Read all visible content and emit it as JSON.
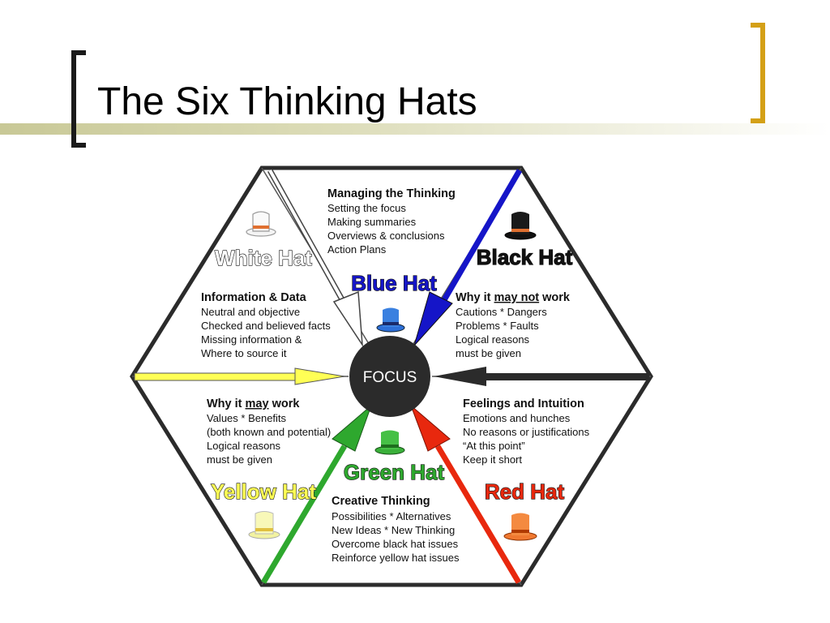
{
  "title": "The Six Thinking Hats",
  "center": "FOCUS",
  "hats": {
    "white": {
      "label": "White Hat",
      "color": "#ffffff"
    },
    "black": {
      "label": "Black Hat",
      "color": "#111111"
    },
    "blue": {
      "label": "Blue Hat",
      "color": "#1515c8"
    },
    "yellow": {
      "label": "Yellow Hat",
      "color": "#ffff55"
    },
    "green": {
      "label": "Green Hat",
      "color": "#2ea82e"
    },
    "red": {
      "label": "Red Hat",
      "color": "#e8280e"
    }
  },
  "blocks": {
    "managing": {
      "title": "Managing the Thinking",
      "lines": [
        "Setting the focus",
        "Making summaries",
        "Overviews & conclusions",
        "Action Plans"
      ]
    },
    "information": {
      "title": "Information & Data",
      "lines": [
        "Neutral and objective",
        "Checked and believed facts",
        "Missing information &",
        "Where to source it"
      ]
    },
    "why_not": {
      "title_pre": "Why it ",
      "title_em": "may not",
      "title_post": " work",
      "lines": [
        "Cautions * Dangers",
        "Problems * Faults",
        "Logical reasons",
        "must be given"
      ]
    },
    "why_may": {
      "title_pre": "Why it ",
      "title_em": "may",
      "title_post": " work",
      "lines": [
        "Values * Benefits",
        "(both known and potential)",
        "Logical reasons",
        "must be given"
      ]
    },
    "feelings": {
      "title": "Feelings and Intuition",
      "lines": [
        "Emotions and hunches",
        "No reasons or justifications",
        "“At this point”",
        "Keep it short"
      ]
    },
    "creative": {
      "title": "Creative Thinking",
      "lines": [
        "Possibilities * Alternatives",
        "New Ideas * New Thinking",
        "Overcome black hat issues",
        "Reinforce yellow hat issues"
      ]
    }
  }
}
